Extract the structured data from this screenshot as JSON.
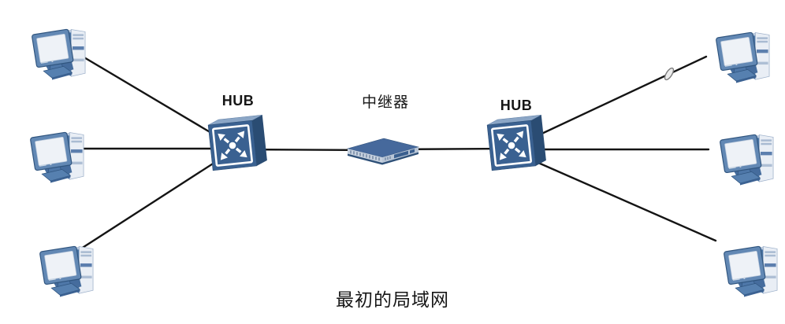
{
  "caption": "最初的局域网",
  "devices": {
    "hub_left": {
      "label": "HUB",
      "type": "hub"
    },
    "hub_right": {
      "label": "HUB",
      "type": "hub"
    },
    "repeater": {
      "label": "中继器",
      "type": "repeater"
    },
    "computers": {
      "count": 6,
      "positions": [
        "left-top",
        "left-middle",
        "left-bottom",
        "right-top",
        "right-middle",
        "right-bottom"
      ]
    }
  },
  "connections": [
    {
      "from": "pc-left-top",
      "to": "hub-left"
    },
    {
      "from": "pc-left-middle",
      "to": "hub-left"
    },
    {
      "from": "pc-left-bottom",
      "to": "hub-left"
    },
    {
      "from": "hub-left",
      "to": "repeater"
    },
    {
      "from": "repeater",
      "to": "hub-right"
    },
    {
      "from": "hub-right",
      "to": "pc-right-top",
      "note": "cable-connector on this segment"
    },
    {
      "from": "hub-right",
      "to": "pc-right-middle"
    },
    {
      "from": "hub-right",
      "to": "pc-right-bottom"
    }
  ],
  "icons": {
    "computer": "desktop-computer-icon",
    "hub": "hub-switch-icon",
    "repeater": "repeater-device-icon",
    "connector": "cable-connector-icon"
  },
  "colors": {
    "background": "#ffffff",
    "line": "#141414",
    "text": "#161616",
    "device_front": "#3a6191",
    "device_top": "#8ba6c6",
    "device_side": "#2a4c73",
    "pc_body": "#6288b4",
    "pc_light": "#e9eef5"
  }
}
